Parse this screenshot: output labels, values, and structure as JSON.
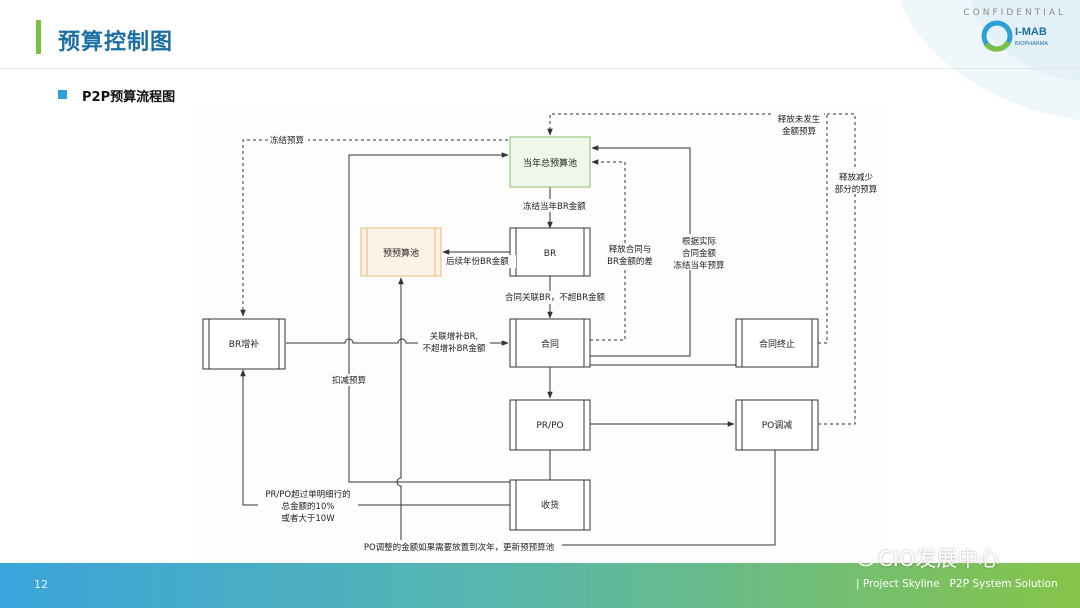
{
  "header": {
    "title": "预算控制图",
    "confidential": "CONFIDENTIAL",
    "logo_text": "I-MAB",
    "logo_sub": "BIOPHARMA"
  },
  "section": {
    "subtitle": "P2P预算流程图"
  },
  "diagram": {
    "nodes": {
      "pool": "当年总预算池",
      "br": "BR",
      "prepool": "预预算池",
      "br_add": "BR增补",
      "contract": "合同",
      "contract_end": "合同终止",
      "prpo": "PR/PO",
      "po_adjust": "PO调减",
      "receipt": "收货"
    },
    "labels": {
      "freeze_budget": "冻结预算",
      "freeze_br_amount": "冻结当年BR金额",
      "later_years": "后续年份BR金额",
      "contract_link": "合同关联BR，不超BR金额",
      "release_diff_1": "释放合同与",
      "release_diff_2": "BR金额的差",
      "actual_1": "根据实际",
      "actual_2": "合同金额",
      "actual_3": "冻结当年预算",
      "release_unused_1": "释放未发生",
      "release_unused_2": "金额预算",
      "release_reduce_1": "释放减少",
      "release_reduce_2": "部分的预算",
      "link_add_1": "关联增补BR,",
      "link_add_2": "不超增补BR金额",
      "deduct": "扣减预算",
      "exceed_1": "PR/PO超过单明细行的",
      "exceed_2": "总金额的10%",
      "exceed_3": "或者大于10W",
      "po_adjust_note": "PO调整的金额如果需要放置到次年，更新预预算池"
    }
  },
  "footer": {
    "page": "12",
    "text": "| Project Skyline   P2P System Solution",
    "watermark": "CIO发展中心"
  },
  "colors": {
    "title": "#1c6fa3",
    "accent_green": "#7ac143",
    "accent_blue": "#2e9fd8",
    "pool_fill": "#eef7e8",
    "pool_border": "#8cc06a",
    "prepool_fill": "#fdf3e6",
    "prepool_border": "#e8b77a"
  }
}
